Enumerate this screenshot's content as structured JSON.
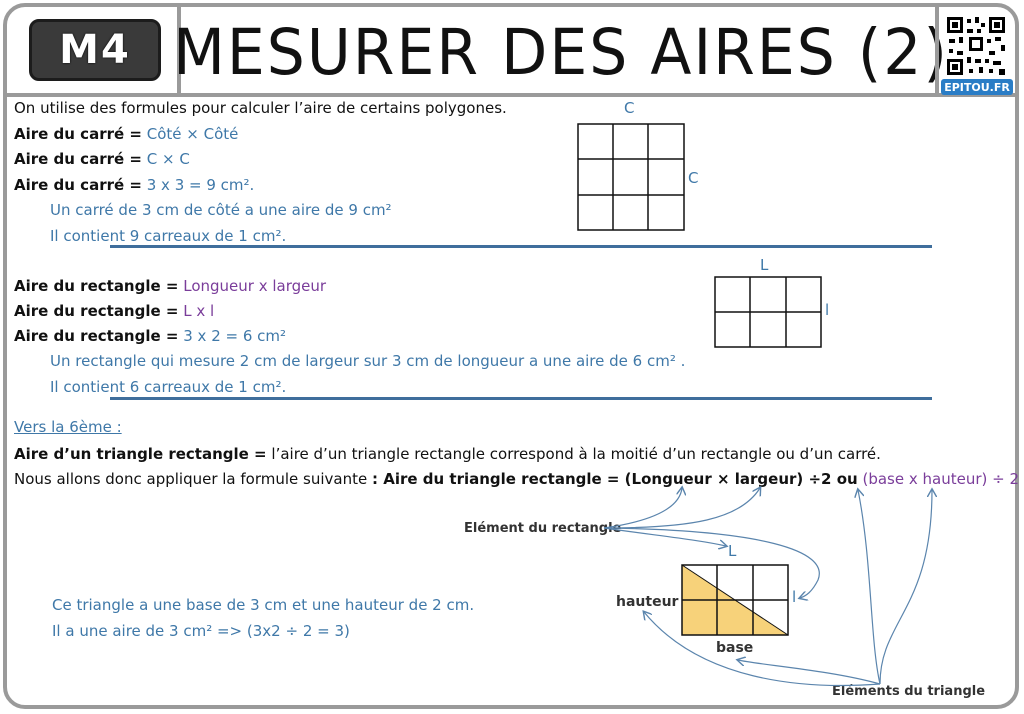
{
  "header": {
    "badge": "M4",
    "title": "MESURER DES AIRES (2)",
    "site": "EPITOU.FR"
  },
  "square": {
    "intro": "On utilise des formules pour calculer l’aire de certains polygones.",
    "l1_label": "Aire du carré =",
    "l1_value": "Côté × Côté",
    "l2_label": "Aire du carré =",
    "l2_value": "C × C",
    "l3_label": "Aire du carré =",
    "l3_value": "3 x 3 = 9 cm².",
    "note1": "Un carré de 3 cm de côté a une aire de 9 cm²",
    "note2": "Il contient 9 carreaux de 1 cm².",
    "top_label": "C",
    "side_label": "C"
  },
  "rectangle": {
    "l1_label": "Aire du rectangle =",
    "l1_value": "Longueur x largeur",
    "l2_label": "Aire du rectangle =",
    "l2_value": "L x l",
    "l3_label": "Aire du rectangle =",
    "l3_value": "3 x 2 = 6  cm²",
    "note1": "Un rectangle qui mesure 2 cm de largeur sur 3 cm de longueur a une aire de 6 cm² .",
    "note2": "Il contient 6 carreaux de 1 cm².",
    "top_label": "L",
    "side_label": "l"
  },
  "triangle": {
    "section": "Vers la 6ème :",
    "def_label": "Aire d’un triangle rectangle =",
    "def_text": "l’aire d’un triangle rectangle correspond à la moitié d’un rectangle ou d’un carré.",
    "formula_intro": "Nous allons donc appliquer la formule suivante",
    "formula_main": ": Aire du triangle rectangle = (Longueur × largeur) ÷2 ou",
    "formula_alt": "(base x hauteur) ÷ 2",
    "example1": "Ce triangle a une base de 3 cm et une hauteur de 2 cm.",
    "example2": "Il a une aire de 3 cm² => (3x2 ÷ 2 = 3)",
    "ann_rect": "Elément du rectangle",
    "ann_tri": "Eléments du triangle",
    "label_L": "L",
    "label_l": "l",
    "label_hauteur": "hauteur",
    "label_base": "base",
    "fill_color": "#f7d27a",
    "line_color": "#5b85ad"
  }
}
